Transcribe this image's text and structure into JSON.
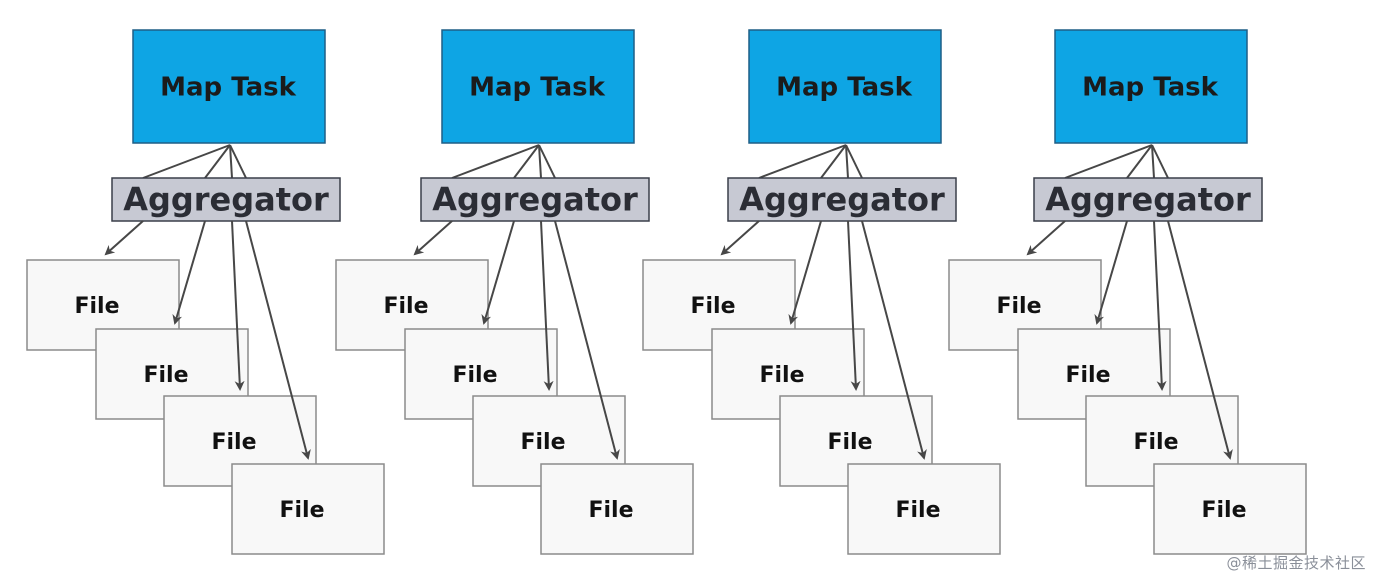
{
  "colors": {
    "map_fill": "#0ea5e4",
    "aggregator_fill": "#c7c9d3",
    "file_fill": "#f8f8f8",
    "arrow": "#474747"
  },
  "groups": [
    {
      "map_label": "Map Task",
      "aggregator_label": "Aggregator",
      "files": [
        "File",
        "File",
        "File",
        "File"
      ]
    },
    {
      "map_label": "Map Task",
      "aggregator_label": "Aggregator",
      "files": [
        "File",
        "File",
        "File",
        "File"
      ]
    },
    {
      "map_label": "Map Task",
      "aggregator_label": "Aggregator",
      "files": [
        "File",
        "File",
        "File",
        "File"
      ]
    },
    {
      "map_label": "Map Task",
      "aggregator_label": "Aggregator",
      "files": [
        "File",
        "File",
        "File",
        "File"
      ]
    }
  ],
  "watermark": "@稀土掘金技术社区"
}
